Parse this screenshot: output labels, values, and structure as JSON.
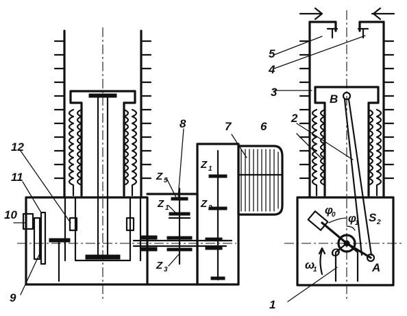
{
  "diagram": {
    "part_numbers": [
      "1",
      "2",
      "3",
      "4",
      "5",
      "6",
      "7",
      "8",
      "9",
      "10",
      "11",
      "12"
    ],
    "gear_labels": [
      {
        "base": "Z",
        "sub": "5"
      },
      {
        "base": "Z",
        "sub": "1"
      },
      {
        "base": "Z",
        "sub": "3"
      },
      {
        "base": "Z",
        "sub": "1"
      },
      {
        "base": "Z",
        "sub": "2"
      }
    ],
    "mechanism_points": [
      "B",
      "A",
      "O"
    ],
    "symbols": [
      {
        "base": "φ",
        "sub": "0"
      },
      {
        "base": "φ",
        "sub": "1"
      },
      {
        "base": "S",
        "sub": "2"
      },
      {
        "base": "ω",
        "sub": "1"
      }
    ]
  }
}
